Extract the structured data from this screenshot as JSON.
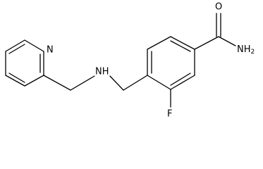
{
  "molecule": {
    "atom_labels": {
      "carbonyl_oxygen": "O",
      "amide_nitrogen": "NH",
      "amide_nitrogen_subscript": "2",
      "pyridine_nitrogen": "N",
      "amine_nitrogen": "NH",
      "fluorine": "F"
    }
  }
}
